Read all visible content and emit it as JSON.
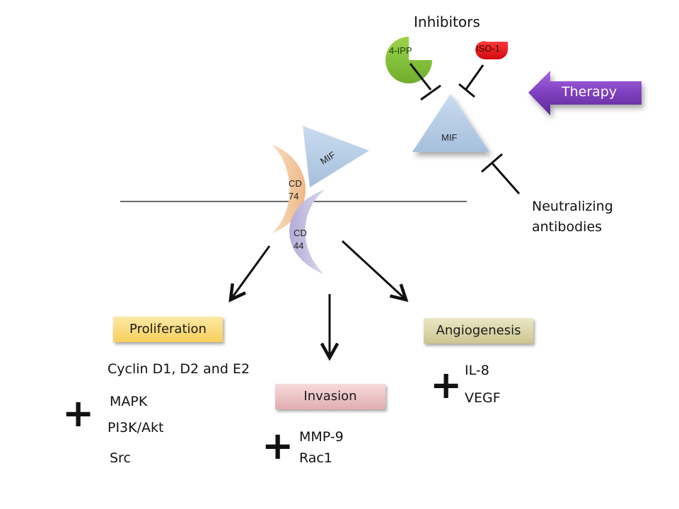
{
  "title_inhibitors": "Inhibitors",
  "inhibitors": [
    {
      "label": "4-IPP",
      "color": "#8cc63f"
    },
    {
      "label": "ISO-1",
      "color": "#e8161b"
    }
  ],
  "therapy": {
    "label": "Therapy",
    "color": "#7f3fbf"
  },
  "mif_free": {
    "label": "MIF",
    "color": "#b6cde6"
  },
  "mif_bound": {
    "label": "MIF",
    "color": "#b6cde6"
  },
  "receptors": [
    {
      "label_line1": "CD",
      "label_line2": "74",
      "color": "#f5cfa8"
    },
    {
      "label_line1": "CD",
      "label_line2": "44",
      "color": "#c5c0e0"
    }
  ],
  "neutralizing": {
    "line1": "Neutralizing",
    "line2": "antibodies"
  },
  "outcomes": {
    "proliferation": {
      "label": "Proliferation",
      "color": "#fbdc7a",
      "items": [
        "Cyclin D1, D2 and E2",
        "MAPK",
        "PI3K/Akt",
        "Src"
      ]
    },
    "invasion": {
      "label": "Invasion",
      "color": "#edc3c5",
      "items": [
        "MMP-9",
        "Rac1"
      ]
    },
    "angiogenesis": {
      "label": "Angiogenesis",
      "color": "#d9d3a6",
      "items": [
        "IL-8",
        "VEGF"
      ]
    }
  },
  "plus_symbol": "+"
}
